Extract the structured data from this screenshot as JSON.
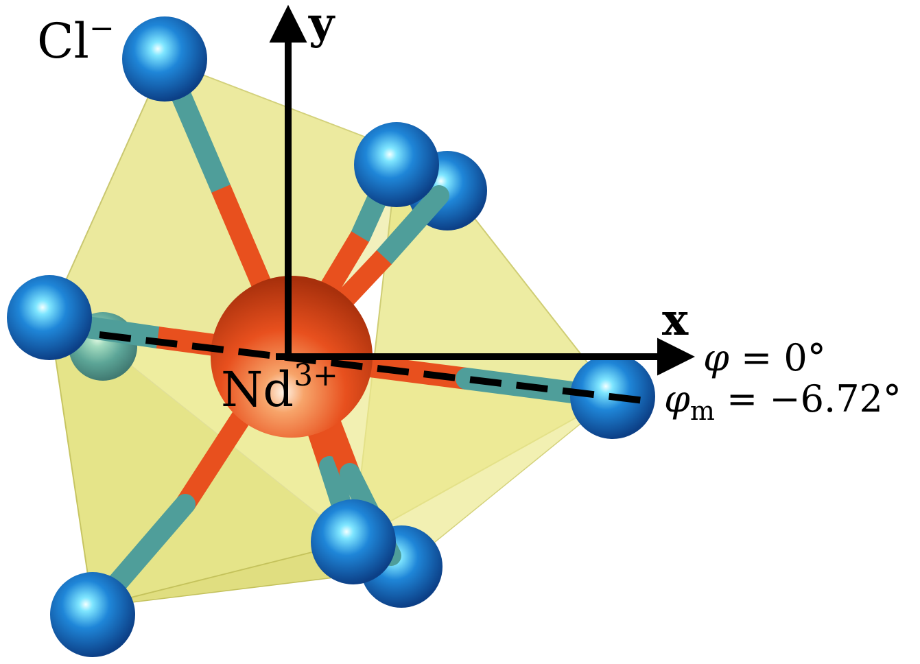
{
  "labels": {
    "ligand": "Cl",
    "ligand_charge": "−",
    "center": "Nd",
    "center_charge": "3+",
    "axis_x": "x",
    "axis_y": "y",
    "phi_symbol": "φ",
    "phi_eq": " = 0°",
    "phi_m_symbol": "φ",
    "phi_m_sub": "m",
    "phi_m_eq": " = −6.72°"
  },
  "colors": {
    "ligand_atom": "#1a78d0",
    "center_atom": "#e8501e",
    "bond_teal": "#4f9e9a",
    "bond_orange": "#e8501e",
    "polyhedron": "#e0de6a",
    "axis": "#000000"
  }
}
